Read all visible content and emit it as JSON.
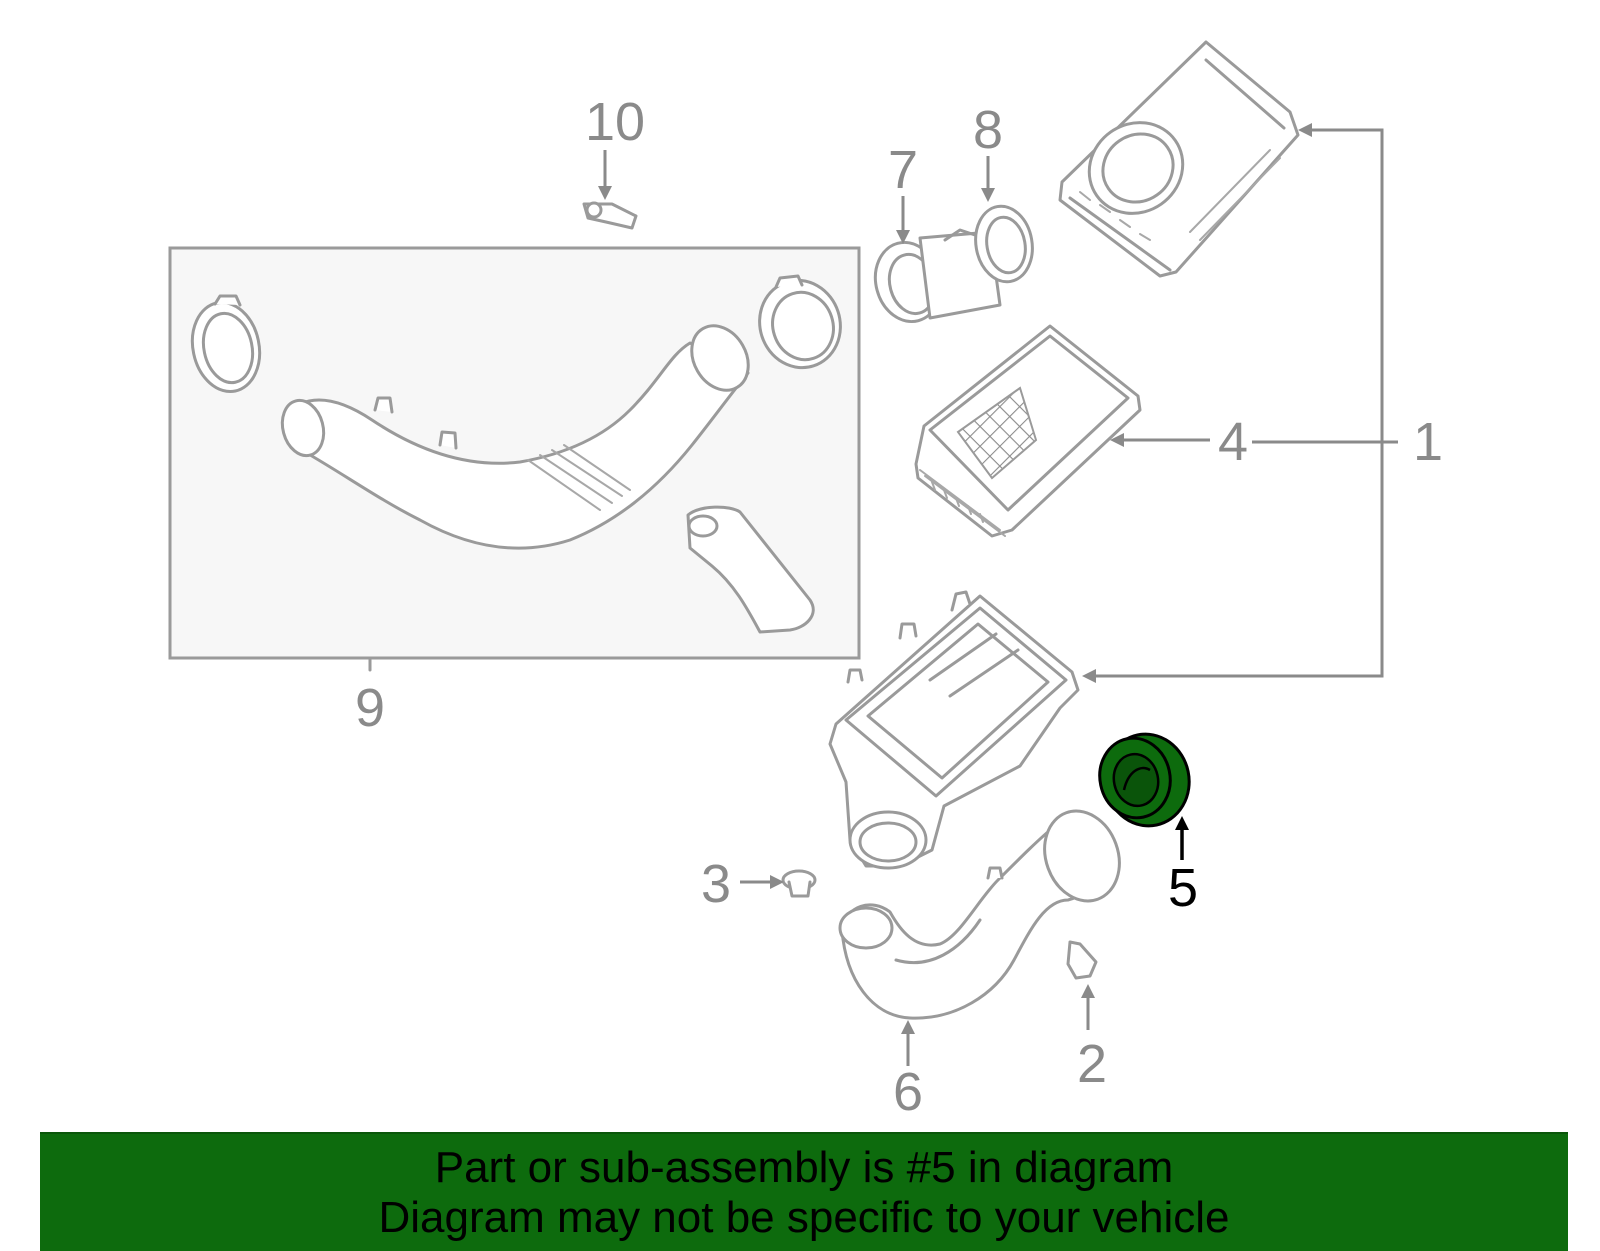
{
  "diagram": {
    "labels": {
      "p1": "1",
      "p2": "2",
      "p3": "3",
      "p4": "4",
      "p5": "5",
      "p6": "6",
      "p7": "7",
      "p8": "8",
      "p9": "9",
      "p10": "10"
    },
    "highlighted_part": "5",
    "highlight_color": "#0d6b0d",
    "part_outline_color": "#9a9a9a",
    "box_fill_color": "#f7f7f7"
  },
  "banner": {
    "line1": "Part or sub-assembly is #5 in diagram",
    "line2": "Diagram may not be specific to your vehicle",
    "background_color": "#0d6b0d"
  }
}
